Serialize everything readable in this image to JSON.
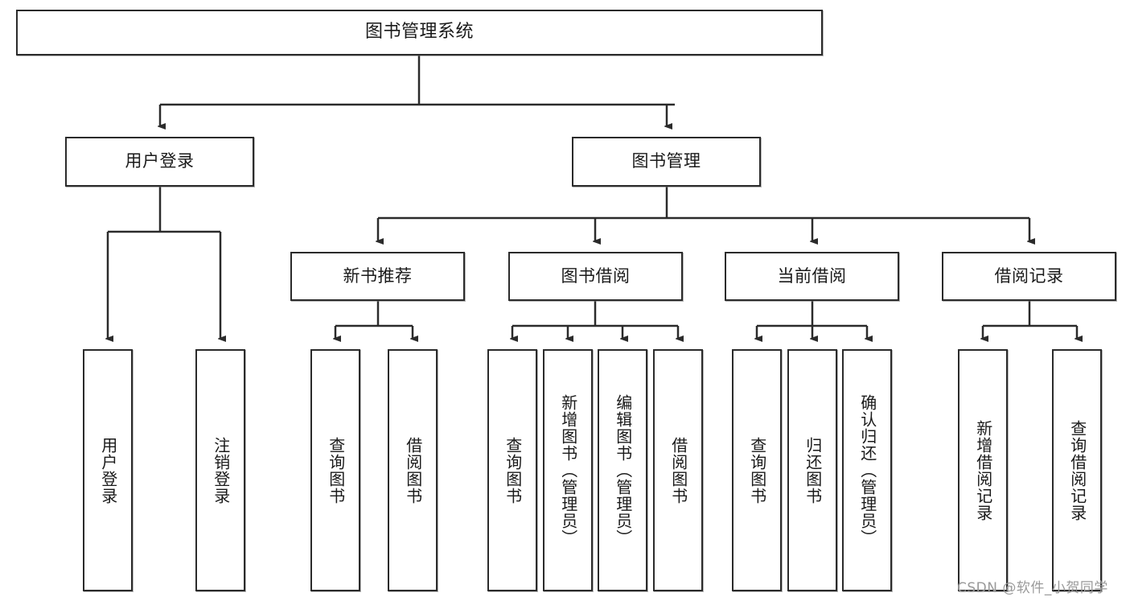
{
  "diagram": {
    "title": "图书管理系统",
    "type": "tree-hierarchy",
    "watermark": "CSDN @软件_小贺同学",
    "colors": {
      "box_border": "#2b2b2b",
      "box_fill": "#ffffff",
      "connector": "#2b2b2b",
      "text": "#1a1a1a",
      "watermark": "#9a9a9a",
      "background": "#ffffff"
    },
    "levels": [
      {
        "level": 1,
        "nodes": [
          {
            "id": "root",
            "label": "图书管理系统",
            "orientation": "horizontal"
          }
        ]
      },
      {
        "level": 2,
        "nodes": [
          {
            "id": "user-login",
            "label": "用户登录",
            "orientation": "horizontal",
            "parent": "root"
          },
          {
            "id": "book-manage",
            "label": "图书管理",
            "orientation": "horizontal",
            "parent": "root"
          }
        ]
      },
      {
        "level": 3,
        "nodes": [
          {
            "id": "new-book-rec",
            "label": "新书推荐",
            "orientation": "horizontal",
            "parent": "book-manage"
          },
          {
            "id": "book-borrow",
            "label": "图书借阅",
            "orientation": "horizontal",
            "parent": "book-manage"
          },
          {
            "id": "current-borrow",
            "label": "当前借阅",
            "orientation": "horizontal",
            "parent": "book-manage"
          },
          {
            "id": "borrow-record",
            "label": "借阅记录",
            "orientation": "horizontal",
            "parent": "book-manage"
          }
        ]
      },
      {
        "level": 4,
        "nodes": [
          {
            "id": "leaf-user-login",
            "label": "用户登录",
            "orientation": "vertical",
            "parent": "user-login"
          },
          {
            "id": "leaf-user-logout",
            "label": "注销登录",
            "orientation": "vertical",
            "parent": "user-login"
          },
          {
            "id": "leaf-rec-query",
            "label": "查询图书",
            "orientation": "vertical",
            "parent": "new-book-rec"
          },
          {
            "id": "leaf-rec-borrow",
            "label": "借阅图书",
            "orientation": "vertical",
            "parent": "new-book-rec"
          },
          {
            "id": "leaf-borrow-query",
            "label": "查询图书",
            "orientation": "vertical",
            "parent": "book-borrow"
          },
          {
            "id": "leaf-borrow-add",
            "label": "新增图书（管理员）",
            "orientation": "vertical",
            "parent": "book-borrow"
          },
          {
            "id": "leaf-borrow-edit",
            "label": "编辑图书（管理员）",
            "orientation": "vertical",
            "parent": "book-borrow"
          },
          {
            "id": "leaf-borrow-lend",
            "label": "借阅图书",
            "orientation": "vertical",
            "parent": "book-borrow"
          },
          {
            "id": "leaf-cur-query",
            "label": "查询图书",
            "orientation": "vertical",
            "parent": "current-borrow"
          },
          {
            "id": "leaf-cur-return",
            "label": "归还图书",
            "orientation": "vertical",
            "parent": "current-borrow"
          },
          {
            "id": "leaf-cur-confirm",
            "label": "确认归还（管理员）",
            "orientation": "vertical",
            "parent": "current-borrow"
          },
          {
            "id": "leaf-rec-add",
            "label": "新增借阅记录",
            "orientation": "vertical",
            "parent": "borrow-record"
          },
          {
            "id": "leaf-rec-search",
            "label": "查询借阅记录",
            "orientation": "vertical",
            "parent": "borrow-record"
          }
        ]
      }
    ]
  }
}
